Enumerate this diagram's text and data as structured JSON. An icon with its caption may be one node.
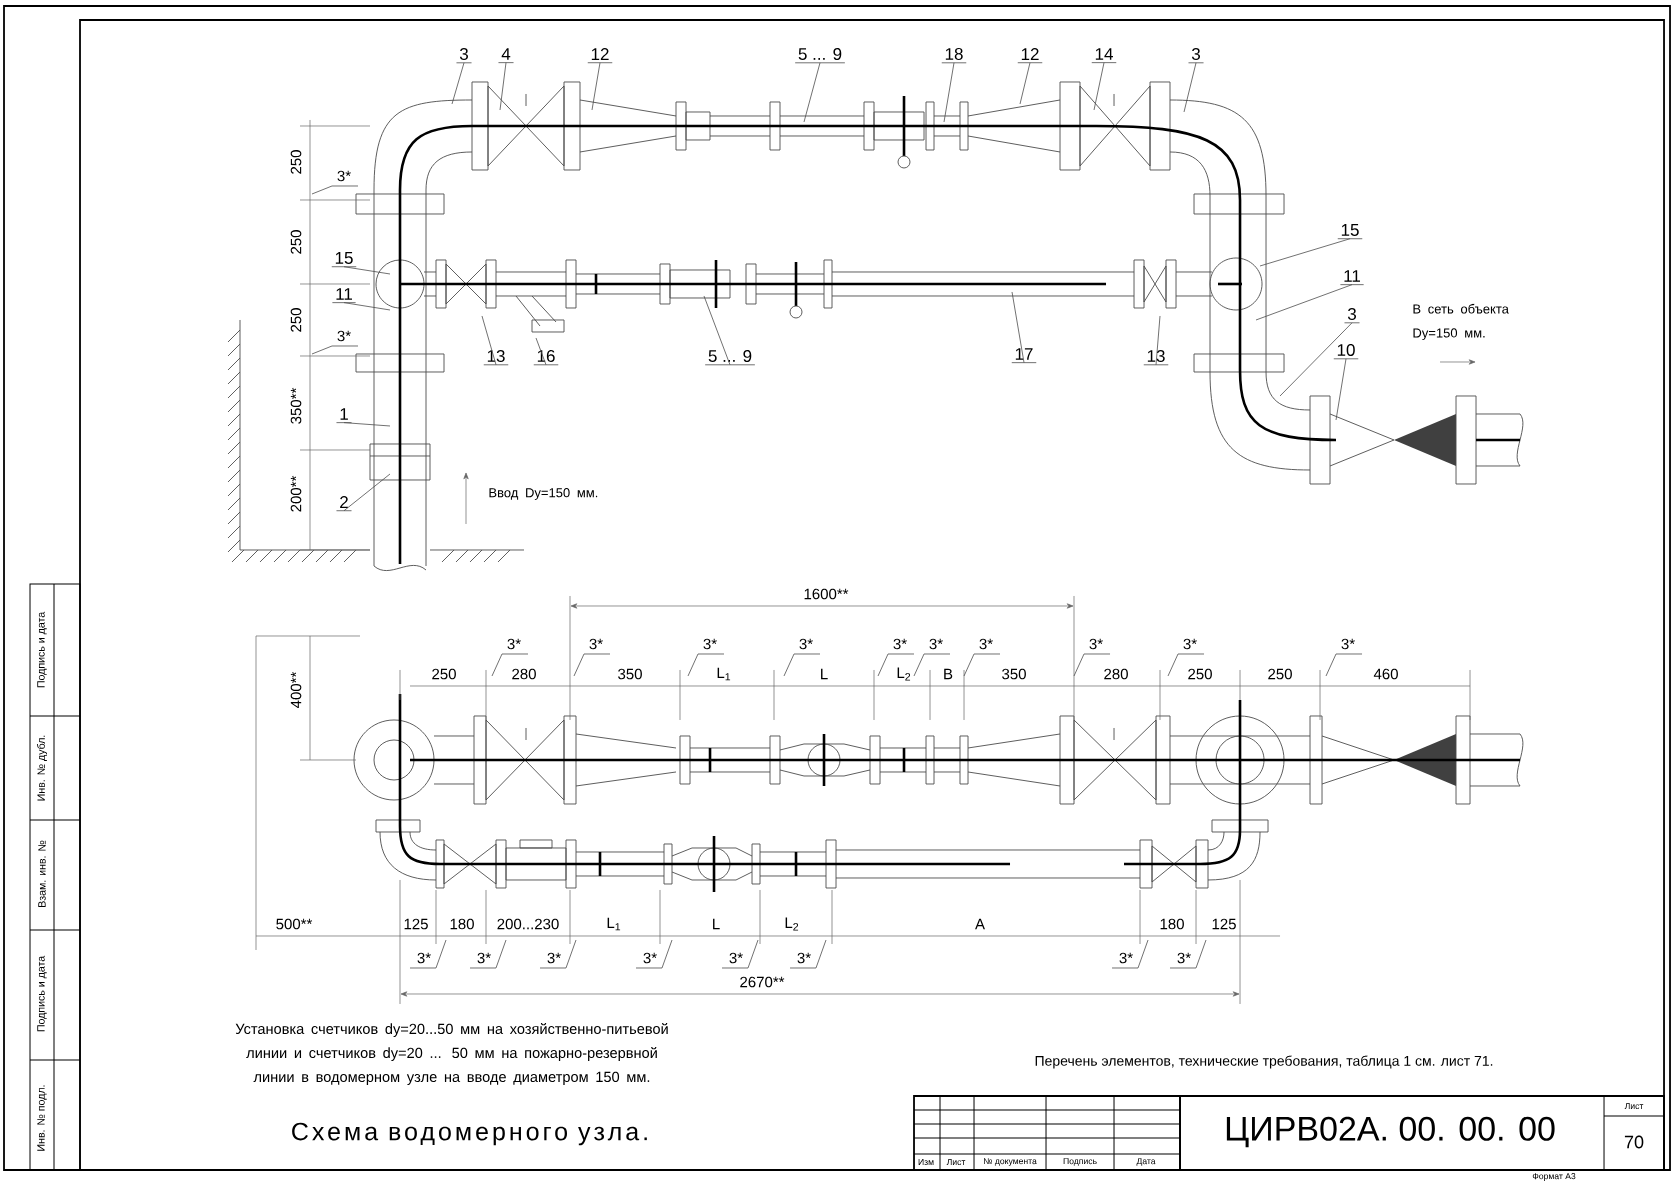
{
  "diagram": {
    "title": "Схема водомерного узла.",
    "nodes": [
      {
        "text": [
          "3"
        ]
      },
      {
        "text": [
          "4"
        ]
      },
      {
        "text": [
          "12"
        ]
      },
      {
        "text": [
          "5 ... 9"
        ]
      },
      {
        "text": [
          "18"
        ]
      },
      {
        "text": [
          "12"
        ]
      },
      {
        "text": [
          "14"
        ]
      },
      {
        "text": [
          "3"
        ]
      },
      {
        "text": [
          "15"
        ]
      },
      {
        "text": [
          "11"
        ]
      },
      {
        "text": [
          "13"
        ]
      },
      {
        "text": [
          "16"
        ]
      },
      {
        "text": [
          "5 ... 9"
        ]
      },
      {
        "text": [
          "17"
        ]
      },
      {
        "text": [
          "13"
        ]
      },
      {
        "text": [
          "15"
        ]
      },
      {
        "text": [
          "11"
        ]
      },
      {
        "text": [
          "3"
        ]
      },
      {
        "text": [
          "10"
        ]
      },
      {
        "text": [
          "1"
        ]
      },
      {
        "text": [
          "2"
        ]
      }
    ],
    "edges": [
      {
        "from": 0,
        "to": null,
        "arrow": "none"
      },
      {
        "from": 1,
        "to": null,
        "arrow": "none"
      },
      {
        "from": 2,
        "to": null,
        "arrow": "none"
      },
      {
        "from": 3,
        "to": null,
        "arrow": "none"
      },
      {
        "from": 4,
        "to": null,
        "arrow": "none"
      },
      {
        "from": 5,
        "to": null,
        "arrow": "none"
      },
      {
        "from": 6,
        "to": null,
        "arrow": "none"
      },
      {
        "from": 7,
        "to": null,
        "arrow": "none"
      },
      {
        "from": 8,
        "to": null,
        "arrow": "none"
      },
      {
        "from": 9,
        "to": null,
        "arrow": "none"
      },
      {
        "from": 10,
        "to": null,
        "arrow": "none"
      },
      {
        "from": 11,
        "to": null,
        "arrow": "none"
      },
      {
        "from": 12,
        "to": null,
        "arrow": "none"
      },
      {
        "from": 13,
        "to": null,
        "arrow": "none"
      },
      {
        "from": 14,
        "to": null,
        "arrow": "none"
      },
      {
        "from": 15,
        "to": null,
        "arrow": "none"
      },
      {
        "from": 16,
        "to": null,
        "arrow": "none"
      },
      {
        "from": 17,
        "to": null,
        "arrow": "none"
      },
      {
        "from": 18,
        "to": null,
        "arrow": "none"
      },
      {
        "from": 19,
        "to": null,
        "arrow": "none"
      },
      {
        "from": 20,
        "to": null,
        "arrow": "none"
      }
    ],
    "labels": [
      "250",
      "3*",
      "250",
      "250",
      "3*",
      "350**",
      "200**",
      "Ввод Dy=150 мм.",
      "В сеть объекта Dy=150 мм.",
      "1600**",
      "400**",
      "3*",
      "3*",
      "3*",
      "3*",
      "3*",
      "3*",
      "3*",
      "3*",
      "3*",
      "3*",
      "250",
      "280",
      "350",
      "L$_{1}$",
      "L",
      "L$_{2}$",
      "B",
      "350",
      "280",
      "250",
      "250",
      "460",
      "500**",
      "125",
      "180",
      "200...230",
      "L$_{1}$",
      "L",
      "L$_{2}$",
      "A",
      "180",
      "125",
      "3*",
      "3*",
      "3*",
      "3*",
      "3*",
      "3*",
      "3*",
      "3*",
      "2670**",
      "Установка счетчиков dy=20...50 мм на хозяйственно-питьевой линии и счетчиков dy=20 ... 50 мм на пожарно-резервной линии в водомерном узле на вводе диаметром 150 мм.",
      "Перечень элементов, технические требования, таблица 1 см. лист 71.",
      "Изм",
      "Лист",
      "№ документа",
      "Подпись",
      "Дата",
      "ЦИРВ02А. 00. 00. 00",
      "Лист",
      "70",
      "Формат А3",
      "Подпись и дата",
      "Инв. № дубл.",
      "Взам. инв. №",
      "Подпись и дата",
      "Инв. № подл."
    ]
  }
}
